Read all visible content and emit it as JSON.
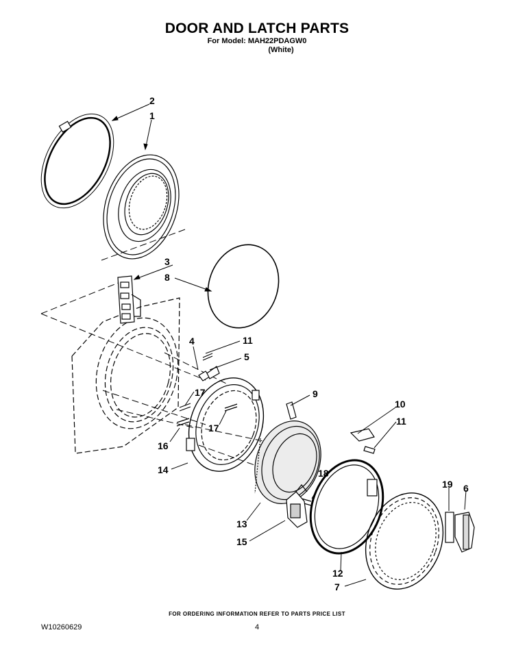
{
  "header": {
    "title": "DOOR AND LATCH PARTS",
    "model_line": "For Model: MAH22PDAGW0",
    "color_line": "(White)"
  },
  "callouts": [
    {
      "number": "2",
      "part": "clamp-ring"
    },
    {
      "number": "1",
      "part": "door-boot-seal"
    },
    {
      "number": "3",
      "part": "door-latch-switch"
    },
    {
      "number": "8",
      "part": "window-gasket"
    },
    {
      "number": "4",
      "part": "nut"
    },
    {
      "number": "11",
      "part": "screw"
    },
    {
      "number": "5",
      "part": "door-strike"
    },
    {
      "number": "17",
      "part": "screw"
    },
    {
      "number": "9",
      "part": "hinge-spacer"
    },
    {
      "number": "17",
      "part": "screw"
    },
    {
      "number": "10",
      "part": "hinge-bracket"
    },
    {
      "number": "11",
      "part": "screw"
    },
    {
      "number": "16",
      "part": "screw"
    },
    {
      "number": "14",
      "part": "inner-door-frame"
    },
    {
      "number": "18",
      "part": "screw"
    },
    {
      "number": "19",
      "part": "label"
    },
    {
      "number": "6",
      "part": "door-handle"
    },
    {
      "number": "13",
      "part": "door-glass"
    },
    {
      "number": "15",
      "part": "hinge"
    },
    {
      "number": "12",
      "part": "glass-ring"
    },
    {
      "number": "7",
      "part": "outer-door"
    }
  ],
  "footer": {
    "ordering_info": "FOR ORDERING INFORMATION REFER TO PARTS PRICE LIST",
    "document_number": "W10260629",
    "page_number": "4"
  },
  "colors": {
    "ink": "#000000",
    "paper": "#ffffff",
    "glass_shade": "#e6e6e6"
  }
}
